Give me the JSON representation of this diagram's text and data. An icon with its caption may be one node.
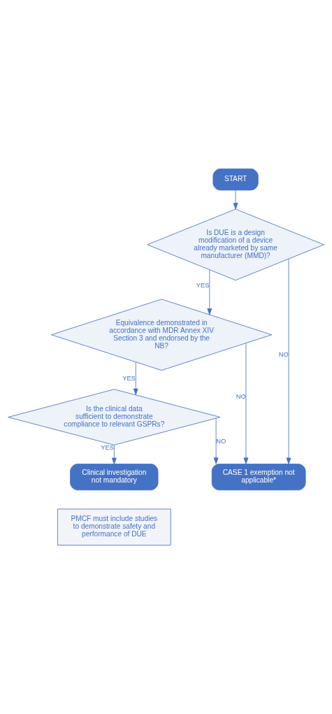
{
  "diagram": {
    "nodes": [
      {
        "text": [
          "START"
        ]
      },
      {
        "text": [
          "Is DUE is a design modification of a device already marketed by same manufacturer (MMD)?"
        ]
      },
      {
        "text": [
          "Equivalence demonstrated in accordance with MDR Annex XIV Section 3 and endorsed by the NB?"
        ]
      },
      {
        "text": [
          "Is the clinical data sufficient to demonstrate compliance to relevant GSPRs?"
        ]
      },
      {
        "text": [
          "Clinical investigation not mandatory"
        ]
      },
      {
        "text": [
          "CASE 1 exemption not applicable*"
        ]
      },
      {
        "text": [
          "PMCF must include studies to demonstrate safety and performance of DUE"
        ]
      }
    ],
    "edges": [
      {
        "from": 0,
        "to": 1,
        "arrow": "to"
      },
      {
        "from": 1,
        "to": 2,
        "arrow": "to",
        "label": "YES"
      },
      {
        "from": 1,
        "to": 5,
        "arrow": "to",
        "label": "NO"
      },
      {
        "from": 2,
        "to": 3,
        "arrow": "to",
        "label": "YES"
      },
      {
        "from": 2,
        "to": 5,
        "arrow": "to",
        "label": "NO"
      },
      {
        "from": 3,
        "to": 4,
        "arrow": "to",
        "label": "YES"
      },
      {
        "from": 3,
        "to": 5,
        "arrow": "to",
        "label": "NO"
      }
    ]
  }
}
